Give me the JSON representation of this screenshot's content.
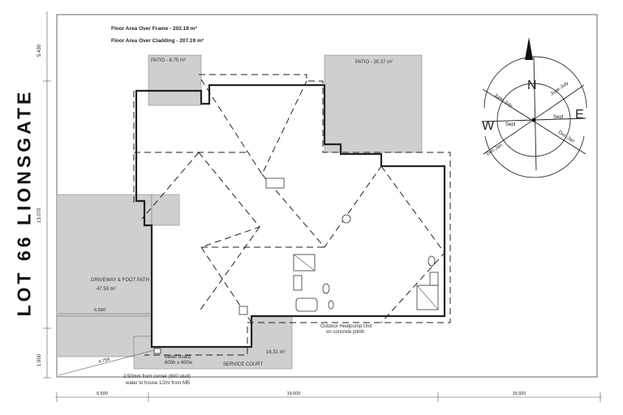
{
  "header": {
    "floor_area_frame": "Floor Area Over Frame - 202.18 m²",
    "floor_area_cladding": "Floor Area Over Cladding - 207.19 m²"
  },
  "title": "LOT 66 LIONSGATE",
  "areas": {
    "patio_left": "PATIO - 8.75 m²",
    "patio_right": "PATIO - 30.37 m²",
    "driveway_line1": "DRIVEWAY & FOOT PATH",
    "driveway_line2": "47.59 m²",
    "service_court_area": "16.31 m²",
    "service_court": "SERVICE COURT"
  },
  "notes": {
    "heat_pump_line1": "Outdoor Heatpump Unit",
    "heat_pump_line2": "on concrete plinth",
    "meter_line1": "Meter board",
    "meter_line2": "600h x 400w",
    "meter_line3": "2.50mm from corner (600 stud)",
    "meter_line4": "water to house 1/2hr from MB"
  },
  "dimensions": {
    "bottom_left": "6.590",
    "bottom_middle": "19.600",
    "bottom_right": "15.920",
    "left_top": "5.430",
    "left_middle": "13.070",
    "left_bottom": "1.900",
    "driveway_width": "6.590",
    "diagonal": "4.759"
  },
  "compass": {
    "north": "N",
    "east": "E",
    "west": "W",
    "june_july_left": "June-July",
    "june_july_right": "June-July",
    "sept_left": "Sept",
    "sept_right": "Sept",
    "dec_jan_left": "Dec-Jan",
    "dec_jan_right": "Dec-Jan"
  }
}
